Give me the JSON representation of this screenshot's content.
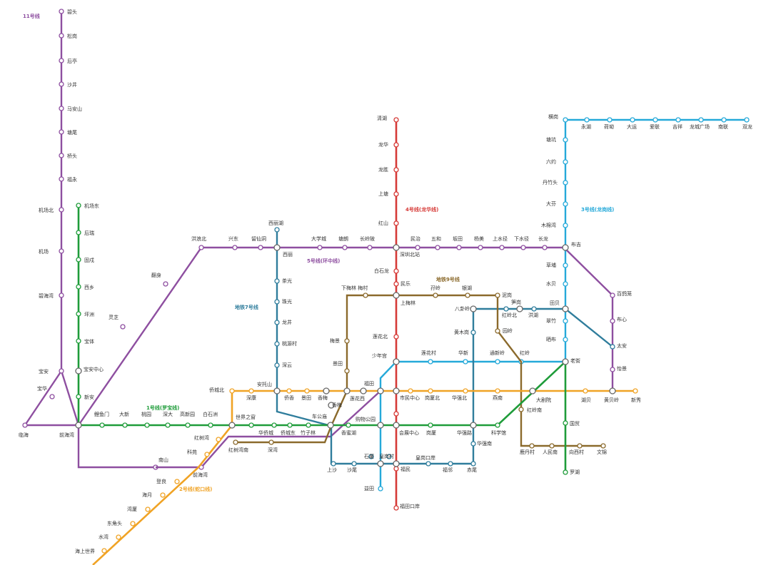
{
  "lines": {
    "l1": {
      "name": "1号线(罗宝线)",
      "color": "#1f9c3a",
      "stations": [
        "机场东",
        "后瑞",
        "固戍",
        "西乡",
        "坪洲",
        "宝体",
        "新安",
        "鲤鱼门",
        "大新",
        "桃园",
        "深大",
        "高新园",
        "白石洲",
        "世界之窗",
        "华侨城",
        "侨城东",
        "竹子林",
        "香蜜湖",
        "岗厦",
        "科学馆",
        "国贸",
        "罗湖"
      ]
    },
    "l2": {
      "name": "2号线(蛇口线)",
      "color": "#f0a325",
      "stations": [
        "新秀",
        "湖贝",
        "燕南",
        "华强北",
        "岗厦北",
        "市民中心",
        "景田",
        "侨香",
        "深康",
        "侨城北",
        "红树湾",
        "科苑",
        "登良",
        "海月",
        "湾厦",
        "东角头",
        "水湾",
        "海上世界"
      ]
    },
    "l3": {
      "name": "3号线(龙岗线)",
      "color": "#25a9d9",
      "stations": [
        "双龙",
        "南联",
        "龙城广场",
        "吉祥",
        "爱联",
        "大运",
        "荷坳",
        "永湖",
        "横岗",
        "塘坑",
        "六约",
        "丹竹头",
        "大芬",
        "木棉湾",
        "草埔",
        "水贝",
        "翠竹",
        "晒布",
        "红岭",
        "通新岭",
        "华新",
        "莲花村",
        "益田"
      ]
    },
    "l4": {
      "name": "4号线(龙华线)",
      "color": "#d63a37",
      "stations": [
        "清湖",
        "龙华",
        "龙胜",
        "上塘",
        "红山",
        "白石龙",
        "民乐",
        "莲花北",
        "福民",
        "福田口岸"
      ]
    },
    "l5": {
      "name": "5号线(环中线)",
      "color": "#8e4fa0",
      "stations": [
        "灵芝",
        "翻身",
        "洪浪北",
        "兴东",
        "留仙洞",
        "大学城",
        "塘朗",
        "长岭陂",
        "民治",
        "五和",
        "坂田",
        "杨美",
        "上水径",
        "下水径",
        "长龙",
        "百鸽笼",
        "布心",
        "怡景",
        "前海湾"
      ]
    },
    "l7": {
      "name": "地铁7号线",
      "color": "#2f7d9c",
      "stations": [
        "西丽湖",
        "茶光",
        "珠光",
        "龙井",
        "桃源村",
        "深云",
        "上沙",
        "沙尾",
        "石厦",
        "皇岗村",
        "皇岗口岸",
        "福邻",
        "赤尾",
        "华强南",
        "黄木岗",
        "红岭北",
        "洪湖",
        "太安"
      ]
    },
    "l9": {
      "name": "地铁9号线",
      "color": "#8b6a2c",
      "stations": [
        "下梅林 梅村",
        "孖岭",
        "银湖",
        "泥岗",
        "园岭",
        "梅景",
        "景田",
        "红岭南",
        "鹿丹村",
        "人民南",
        "向西村",
        "文锦",
        "深湾",
        "红树湾南"
      ]
    },
    "l11": {
      "name": "11号线",
      "color": "#8e4fa0",
      "stations": [
        "碧头",
        "松岗",
        "后亭",
        "沙井",
        "马安山",
        "塘尾",
        "桥头",
        "福永",
        "机场北",
        "机场",
        "碧海湾",
        "宝安",
        "宝华",
        "临海",
        "南山"
      ]
    }
  },
  "interchanges": [
    "宝安中心",
    "前海湾",
    "西丽",
    "深圳北站",
    "布吉",
    "上梅林",
    "八卦岭",
    "笋岗",
    "田贝",
    "少年宫",
    "老街",
    "福田",
    "莲花西",
    "香梅",
    "香梅",
    "安托山",
    "大剧院",
    "黄贝岭",
    "车公庙",
    "购物公园",
    "会展中心",
    "华强路"
  ]
}
